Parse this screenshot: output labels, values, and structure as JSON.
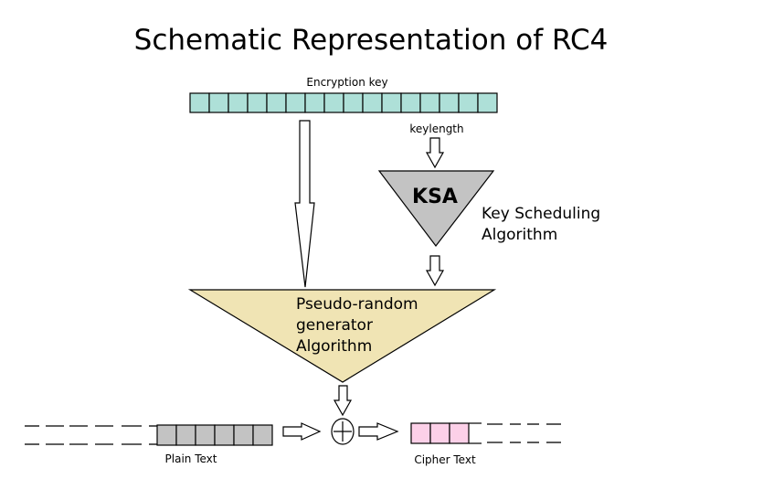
{
  "title": "Schematic Representation of RC4",
  "encryption_key": {
    "label": "Encryption key",
    "cell_count": 16,
    "color": "#aee0d8"
  },
  "keylength_label": "keylength",
  "ksa": {
    "label": "KSA",
    "description_line1": "Key Scheduling",
    "description_line2": "Algorithm",
    "color": "#c3c3c3"
  },
  "prga": {
    "line1": "Pseudo-random",
    "line2": "generator",
    "line3": "Algorithm",
    "color": "#f0e4b4"
  },
  "xor_symbol": "⊕",
  "plain_text": {
    "label": "Plain Text",
    "cell_count": 6,
    "color": "#c3c3c3"
  },
  "cipher_text": {
    "label": "Cipher Text",
    "filled_cell_count": 3,
    "color": "#fcd0e8"
  }
}
